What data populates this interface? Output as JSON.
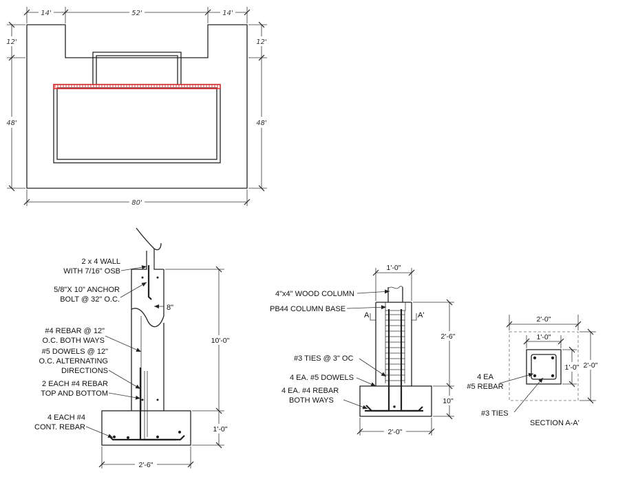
{
  "colors": {
    "line": "#222222",
    "highlight": "#e0302e",
    "background": "#ffffff"
  },
  "plan": {
    "dims": {
      "top_left": "14'",
      "top_mid": "52'",
      "top_right": "14'",
      "left_top": "12'",
      "left_main": "48'",
      "right_top": "12'",
      "right_main": "48'",
      "bottom": "80'"
    }
  },
  "wall_section": {
    "labels": {
      "l1a": "2 x 4 WALL",
      "l1b": "WITH 7/16\" OSB",
      "l2a": "5/8\"X 10\" ANCHOR",
      "l2b": "BOLT @ 32\" O.C.",
      "l3a": "#4 REBAR @ 12\"",
      "l3b": "O.C. BOTH WAYS",
      "l4a": "#5 DOWELS @ 12\"",
      "l4b": "O.C. ALTERNATING",
      "l4c": "DIRECTIONS",
      "l5a": "2 EACH #4 REBAR",
      "l5b": "TOP AND BOTTOM",
      "l6a": "4 EACH #4",
      "l6b": "CONT. REBAR"
    },
    "dims": {
      "wall_thickness": "8\"",
      "wall_height": "10'-0\"",
      "footing_depth": "1'-0\"",
      "footing_width": "2'-6\""
    }
  },
  "column_section": {
    "labels": {
      "l1": "4\"x4\" WOOD COLUMN",
      "l2": "PB44 COLUMN BASE",
      "l3": "#3 TIES @ 3\" OC",
      "l4": "4 EA. #5 DOWELS",
      "l5a": "4 EA. #4 REBAR",
      "l5b": "BOTH WAYS",
      "cut_left": "A",
      "cut_right": "A'"
    },
    "dims": {
      "pier_width": "1'-0\"",
      "pier_height": "2'-6\"",
      "footing_depth": "10\"",
      "footing_width": "2'-0\""
    }
  },
  "section_aa": {
    "title": "SECTION A-A'",
    "labels": {
      "l1a": "4 EA",
      "l1b": "#5 REBAR",
      "l2": "#3 TIES"
    },
    "dims": {
      "outer_width": "2'-0\"",
      "inner_width": "1'-0\"",
      "inner_height": "1'-0\"",
      "outer_height": "2'-0\""
    }
  }
}
